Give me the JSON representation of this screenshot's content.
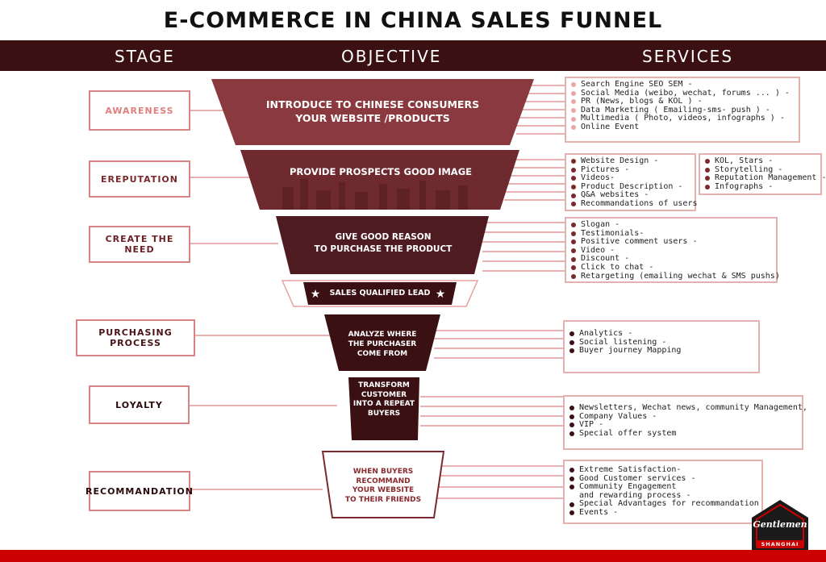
{
  "title": "E-COMMERCE IN CHINA SALES FUNNEL",
  "header": {
    "stage": "STAGE",
    "objective": "OBJECTIVE",
    "services": "SERVICES"
  },
  "stages": {
    "awareness": "AWARENESS",
    "ereputation": "EREPUTATION",
    "create_need": "CREATE THE NEED",
    "purchasing": "PURCHASING PROCESS",
    "loyalty": "LOYALTY",
    "recommandation": "RECOMMANDATION"
  },
  "funnel": {
    "level1": [
      "INTRODUCE TO CHINESE CONSUMERS",
      "YOUR WEBSITE /PRODUCTS"
    ],
    "level2": [
      "PROVIDE PROSPECTS GOOD IMAGE"
    ],
    "level3": [
      "GIVE GOOD REASON",
      "TO PURCHASE THE PRODUCT"
    ],
    "sql": "SALES QUALIFIED LEAD",
    "level4": [
      "ANALYZE WHERE",
      "THE PURCHASER",
      "COME FROM"
    ],
    "level5": [
      "TRANSFORM",
      "CUSTOMER",
      "INTO A REPEAT",
      "BUYERS"
    ],
    "level6": [
      "WHEN BUYERS",
      "RECOMMAND",
      "YOUR WEBSITE",
      "TO THEIR FRIENDS"
    ]
  },
  "services": {
    "awareness": [
      "Search Engine SEO SEM -",
      "Social Media (weibo, wechat, forums ... ) -",
      "PR (News, blogs & KOL ) -",
      "Data Marketing ( Emailing-sms- push ) -",
      "Multimedia ( Photo, videos, infographs ) -",
      "Online Event"
    ],
    "ereputation_a": [
      "Website Design -",
      "Pictures -",
      "Videos-",
      "Product Description -",
      "Q&A websites -",
      "Recommandations of users"
    ],
    "ereputation_b": [
      "KOL, Stars -",
      "Storytelling -",
      "Reputation Management -",
      "Infographs -"
    ],
    "create_need": [
      "Slogan -",
      "Testimonials-",
      "Positive comment users -",
      "Video -",
      "Discount -",
      "Click to chat -",
      "Retargeting (emailing wechat & SMS pushs)"
    ],
    "purchasing": [
      "Analytics -",
      "Social listening -",
      "Buyer journey Mapping"
    ],
    "loyalty": [
      "Newsletters, Wechat news, community Management,",
      "Company Values -",
      "VIP -",
      "Special offer system"
    ],
    "recommandation": [
      "Extreme Satisfaction-",
      "Good Customer services -",
      "Community Engagement",
      "and rewarding process -",
      "Special Advantages for recommandation",
      "Events -"
    ]
  },
  "logo": {
    "name": "Gentlemen",
    "city": "SHANGHAI"
  },
  "colors": {
    "dark": "#3a1012",
    "accent_pink": "#e8a8a8",
    "footer_red": "#cc0000"
  }
}
